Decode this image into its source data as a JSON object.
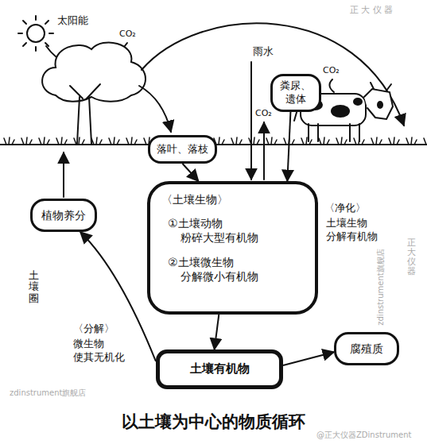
{
  "diagram": {
    "title": "以土壤为中心的物质循环",
    "nodes": [
      {
        "text": [
          "粪尿、遗体"
        ]
      },
      {
        "text": [
          "落叶、落枝"
        ]
      },
      {
        "text": [
          "〈土壤生物〉",
          "①土壤动物 粉碎大型有机物",
          "②土壤微生物 分解微小有机物"
        ]
      },
      {
        "text": [
          "植物养分"
        ]
      },
      {
        "text": [
          "土壤有机物"
        ]
      },
      {
        "text": [
          "腐殖质"
        ]
      }
    ],
    "edges": [
      {
        "from": 0,
        "to": 2,
        "arrow": "to"
      },
      {
        "from": 1,
        "to": 2,
        "arrow": "to"
      },
      {
        "from": 2,
        "to": 4,
        "arrow": "to"
      },
      {
        "from": 4,
        "to": 3,
        "arrow": "to"
      },
      {
        "from": 4,
        "to": 5,
        "arrow": "to"
      }
    ],
    "labels": [
      "太阳能",
      "CO₂",
      "雨水",
      "CO₂",
      "CO₂",
      "〈净化〉",
      "土壤生物 分解有机物",
      "土壤圈",
      "〈分解〉",
      "微生物 使其无机化",
      "正 大 仪 器",
      "zdinstrument旗舰店",
      "正 大 仪 器",
      "zdinstrument旗舰店",
      "@正大仪器ZDinstrument"
    ]
  }
}
